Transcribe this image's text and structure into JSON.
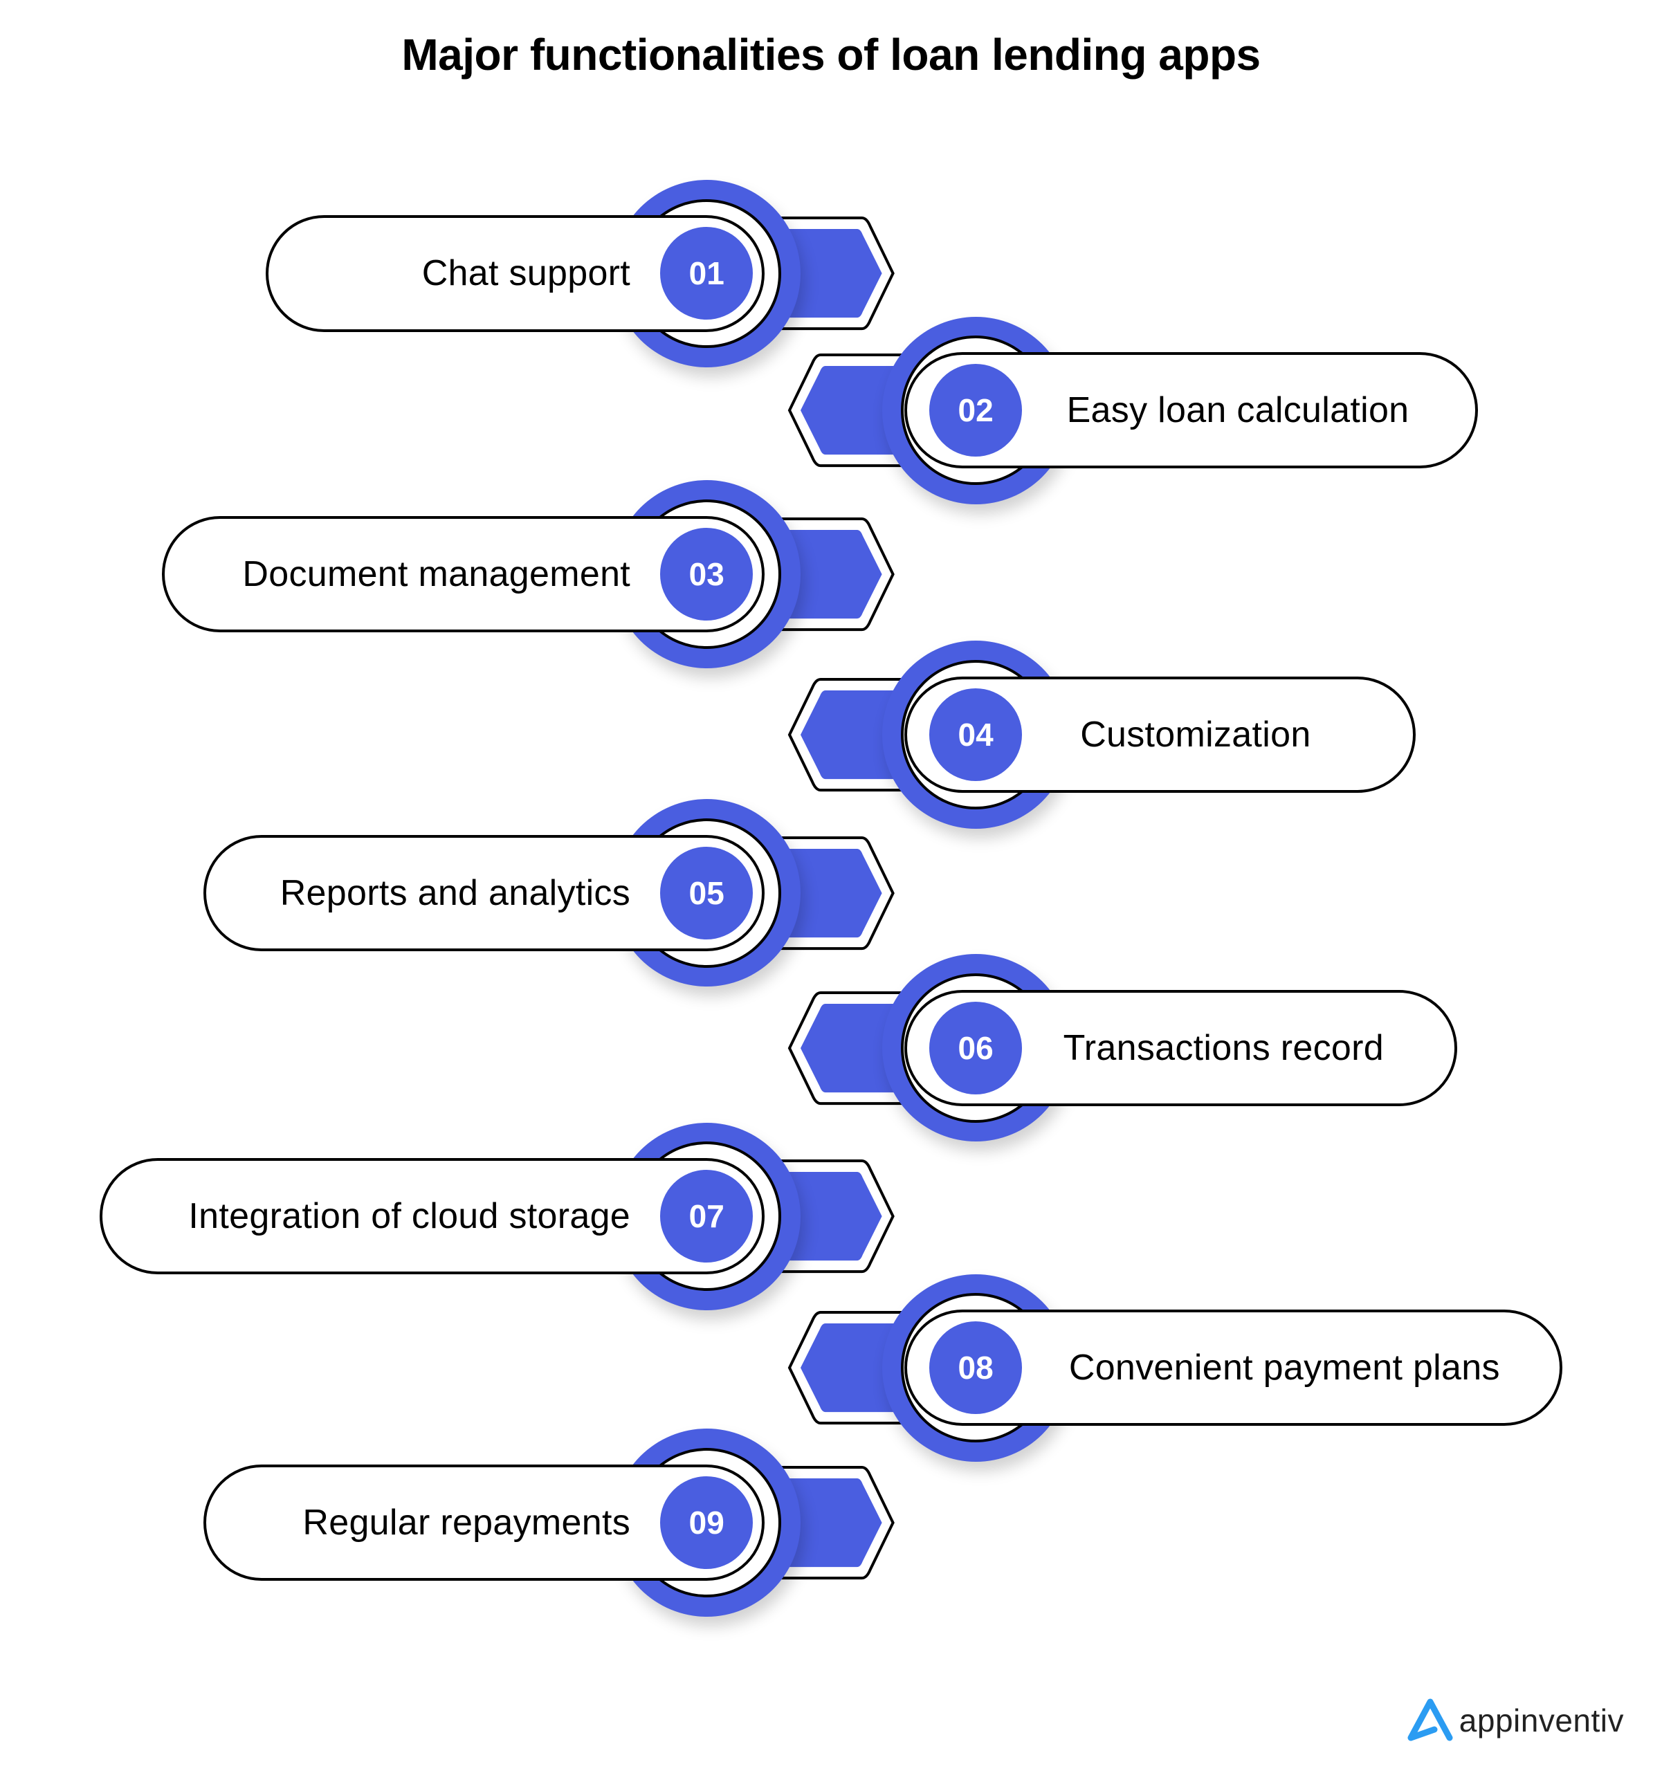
{
  "title": "Major functionalities of loan lending apps",
  "colors": {
    "accent": "#4a5ee0",
    "outline": "#000000",
    "logo_blue": "#2b9cf2",
    "logo_text": "#222222"
  },
  "items": [
    {
      "number": "01",
      "label": "Chat support",
      "side": "left"
    },
    {
      "number": "02",
      "label": "Easy loan calculation",
      "side": "right"
    },
    {
      "number": "03",
      "label": "Document management",
      "side": "left"
    },
    {
      "number": "04",
      "label": "Customization",
      "side": "right"
    },
    {
      "number": "05",
      "label": "Reports and analytics",
      "side": "left"
    },
    {
      "number": "06",
      "label": "Transactions record",
      "side": "right"
    },
    {
      "number": "07",
      "label": "Integration of cloud storage",
      "side": "left"
    },
    {
      "number": "08",
      "label": "Convenient payment plans",
      "side": "right"
    },
    {
      "number": "09",
      "label": "Regular repayments",
      "side": "left"
    }
  ],
  "logo": {
    "icon": "appinventiv-a-icon",
    "text": "appinventiv"
  }
}
